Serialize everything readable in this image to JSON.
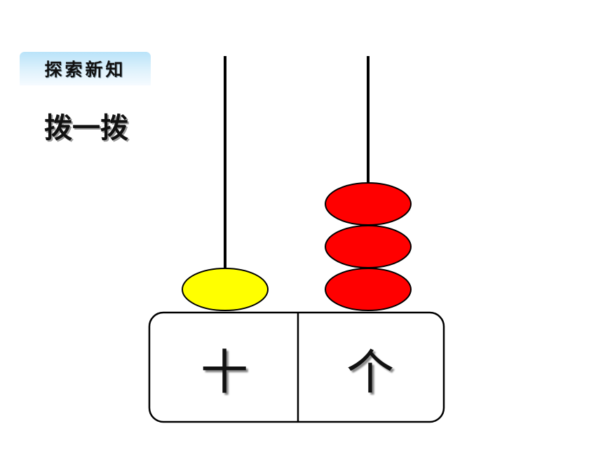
{
  "header": {
    "section_tag": "探索新知",
    "lesson_title": "拨一拨"
  },
  "abacus": {
    "places": [
      {
        "label": "十",
        "bead_count": 1,
        "bead_color": "#ffff00"
      },
      {
        "label": "个",
        "bead_count": 3,
        "bead_color": "#ff0000"
      }
    ],
    "rod_color": "#000000",
    "bead_outline_color": "#000000",
    "base_outline_color": "#000000"
  }
}
